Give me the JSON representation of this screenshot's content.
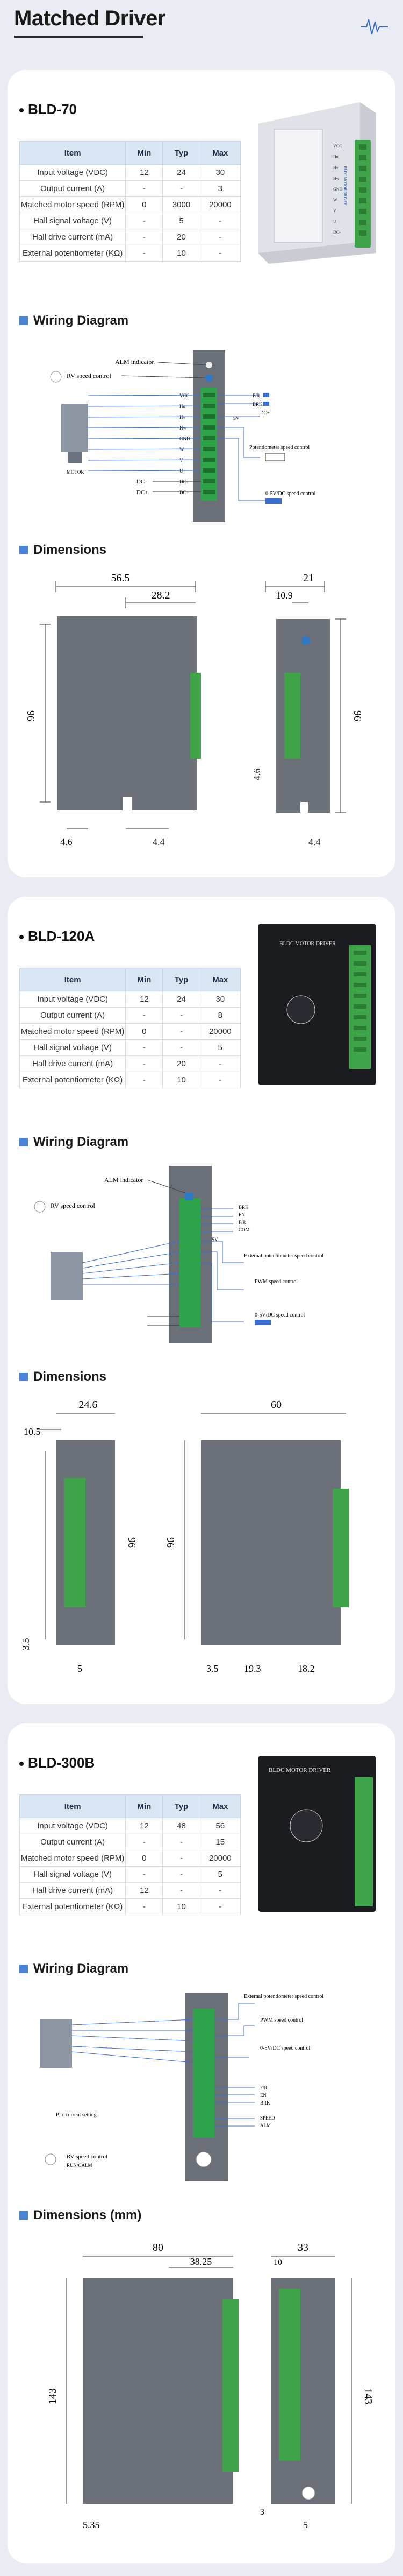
{
  "header": {
    "title": "Matched Driver"
  },
  "table_headers": [
    "Item",
    "Min",
    "Typ",
    "Max"
  ],
  "sections": {
    "wiring": "Wiring Diagram",
    "dimensions": "Dimensions",
    "dimensions_mm": "Dimensions (mm)"
  },
  "bld70": {
    "model": "BLD-70",
    "rows": [
      [
        "Input voltage (VDC)",
        "12",
        "24",
        "30"
      ],
      [
        "Output current (A)",
        "-",
        "-",
        "3"
      ],
      [
        "Matched motor speed (RPM)",
        "0",
        "3000",
        "20000"
      ],
      [
        "Hall signal voltage (V)",
        "-",
        "5",
        "-"
      ],
      [
        "Hall drive current (mA)",
        "-",
        "20",
        "-"
      ],
      [
        "External potentiometer (KΩ)",
        "-",
        "10",
        "-"
      ]
    ],
    "photo_title": "BLDC MOTOR DRIVER",
    "wiring": {
      "alm": "ALM indicator",
      "rv": "RV speed control",
      "terms": [
        "VCC",
        "Hu",
        "Hv",
        "Hw",
        "GND",
        "W",
        "V",
        "U",
        "DC-",
        "DC+"
      ],
      "right": [
        "F/R",
        "BRK",
        "SV",
        "DC+"
      ],
      "pot": "Potentiometer speed control",
      "v05": "0-5V/DC speed control",
      "motor": "MOTOR",
      "dcm": "DC-",
      "dcp": "DC+"
    },
    "dims": {
      "w1": "56.5",
      "w2": "28.2",
      "h": "96",
      "b1": "4.6",
      "b2": "4.4",
      "s1": "21",
      "s2": "10.9",
      "sh": "96",
      "s3": "4.6",
      "s4": "4.4"
    }
  },
  "bld120": {
    "model": "BLD-120A",
    "rows": [
      [
        "Input voltage (VDC)",
        "12",
        "24",
        "30"
      ],
      [
        "Output current (A)",
        "-",
        "-",
        "8"
      ],
      [
        "Matched motor speed (RPM)",
        "0",
        "-",
        "20000"
      ],
      [
        "Hall signal voltage (V)",
        "-",
        "-",
        "5"
      ],
      [
        "Hall drive current (mA)",
        "-",
        "20",
        "-"
      ],
      [
        "External potentiometer (KΩ)",
        "-",
        "10",
        "-"
      ]
    ],
    "photo_title": "BLDC MOTOR DRIVER",
    "wiring": {
      "alm": "ALM indicator",
      "rv": "RV speed control",
      "right": [
        "BRK",
        "EN",
        "F/R",
        "COM"
      ],
      "ext": "External potentiometer speed control",
      "pwm": "PWM speed control",
      "v05": "0-5V/DC speed control",
      "sv": "SV"
    },
    "dims": {
      "w1": "24.6",
      "w2": "10.5",
      "h": "96",
      "b1": "3.5",
      "b2": "5",
      "s1": "60",
      "sh": "96",
      "s3": "3.5",
      "s4": "19.3",
      "s5": "18.2"
    }
  },
  "bld300": {
    "model": "BLD-300B",
    "rows": [
      [
        "Input voltage (VDC)",
        "12",
        "48",
        "56"
      ],
      [
        "Output current (A)",
        "-",
        "-",
        "15"
      ],
      [
        "Matched motor speed (RPM)",
        "0",
        "-",
        "20000"
      ],
      [
        "Hall signal voltage (V)",
        "-",
        "-",
        "5"
      ],
      [
        "Hall drive current (mA)",
        "12",
        "-",
        "-"
      ],
      [
        "External potentiometer (KΩ)",
        "-",
        "10",
        "-"
      ]
    ],
    "photo_title": "BLDC MOTOR DRIVER",
    "wiring": {
      "ext": "External potentiometer speed control",
      "pwm": "PWM speed control",
      "v05": "0-5V/DC speed control",
      "pcur": "P=c current setting",
      "rv": "RV speed control",
      "rv2": "RUN/CALM",
      "right": [
        "F/R",
        "EN",
        "BRK"
      ],
      "speed": "SPEED",
      "alm": "ALM"
    },
    "dims": {
      "w1": "80",
      "w2": "38.25",
      "h": "143",
      "b1": "5.35",
      "s1": "33",
      "s2": "10",
      "sh": "143",
      "s3": "3",
      "s4": "5"
    }
  }
}
